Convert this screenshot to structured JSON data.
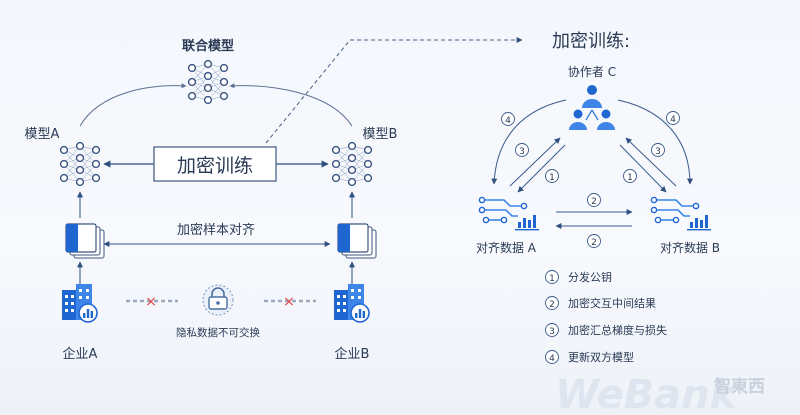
{
  "left": {
    "federated_model": "联合模型",
    "model_a": "模型A",
    "model_b": "模型B",
    "encrypted_training": "加密训练",
    "sample_alignment": "加密样本对齐",
    "enterprise_a": "企业A",
    "enterprise_b": "企业B",
    "privacy_note": "隐私数据不可交换",
    "cross_mark": "×"
  },
  "right": {
    "title": "加密训练:",
    "collaborator": "协作者 C",
    "aligned_a": "对齐数据 A",
    "aligned_b": "对齐数据 B",
    "step_nums": [
      "1",
      "2",
      "3",
      "4"
    ],
    "legend": [
      {
        "num": "1",
        "text": "分发公钥"
      },
      {
        "num": "2",
        "text": "加密交互中间结果"
      },
      {
        "num": "3",
        "text": "加密汇总梯度与损失"
      },
      {
        "num": "4",
        "text": "更新双方模型"
      }
    ]
  },
  "watermark": {
    "brand": "WeBank",
    "logo": "智東西"
  },
  "colors": {
    "accent": "#2f6fd6",
    "line": "#3a5a8a",
    "text": "#2a3a55",
    "cross": "#e04848"
  }
}
